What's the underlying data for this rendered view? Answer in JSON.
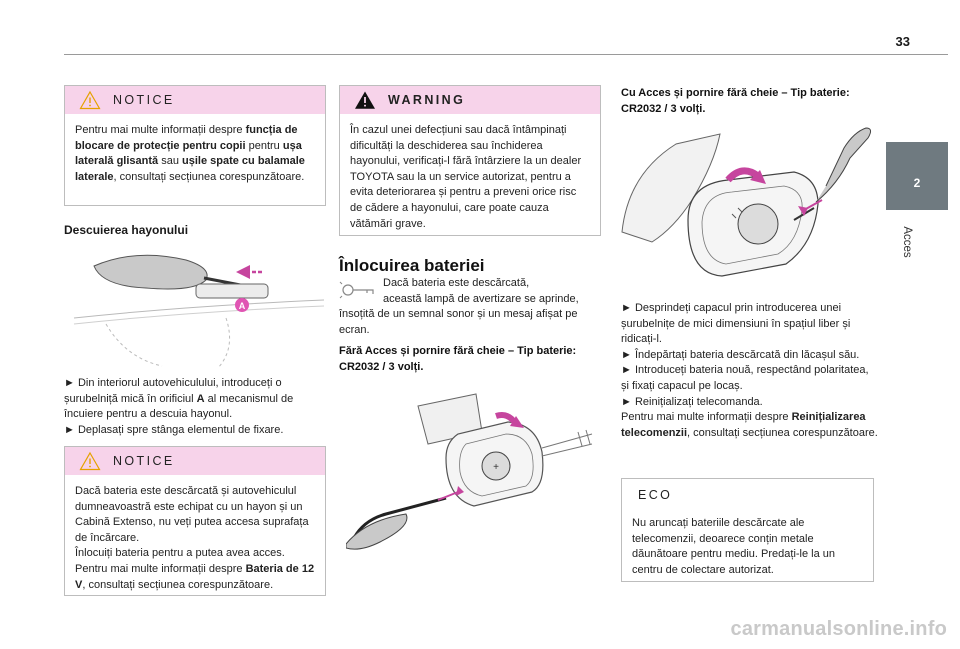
{
  "page_number": "33",
  "side_tab": {
    "number": "2",
    "label": "Acces"
  },
  "notice1": {
    "title": "NOTICE",
    "t1": "Pentru mai multe informații despre ",
    "b1": "funcția de blocare de protecție pentru copii",
    "t2": " pentru ",
    "b2": "ușa laterală glisantă",
    "t3": " sau ",
    "b3": "ușile spate cu balamale laterale",
    "t4": ", consultați secțiunea corespunzătoare."
  },
  "tailgate": {
    "heading": "Descuierea hayonului",
    "callout": "A",
    "s1a": "► Din interiorul autovehiculului, introduceți o șurubelniță mică în orificiul ",
    "s1b": "A",
    "s1c": " al mecanismul de încuiere pentru a descuia hayonul.",
    "s2": "► Deplasați spre stânga elementul de fixare."
  },
  "notice2": {
    "title": "NOTICE",
    "p1": "Dacă bateria este descărcată și autovehiculul dumneavoastră este echipat cu un hayon și un Cabină Extenso, nu veți putea accesa suprafața de încărcare.",
    "p2": "Înlocuiți bateria pentru a putea avea acces.",
    "p3a": "Pentru mai multe informații despre ",
    "p3b": "Bateria de 12 V",
    "p3c": ", consultați secțiunea corespunzătoare."
  },
  "warning": {
    "title": "WARNING",
    "text": "În cazul unei defecțiuni sau dacă întâmpinați dificultăți la deschiderea sau închiderea hayonului, verificați-l fără întârziere la un dealer TOYOTA sau la un service autorizat, pentru a evita deteriorarea și pentru a preveni orice risc de cădere a hayonului, care poate cauza vătămări grave."
  },
  "battery": {
    "heading": "Înlocuirea bateriei",
    "intro_l1": "Dacă bateria este descărcată,",
    "intro_l2": "această lampă de avertizare se aprinde,",
    "intro_l3": "însoțită de un semnal sonor și un mesaj afișat pe ecran.",
    "without_keyless": "Fără Acces și pornire fără cheie – Tip baterie: CR2032 / 3 volți.",
    "with_keyless": "Cu Acces și pornire fără cheie – Tip baterie: CR2032 / 3 volți.",
    "steps_1": "► Desprindeți capacul prin introducerea unei șurubelnițe de mici dimensiuni în spațiul liber și ridicați-l.",
    "steps_2": "► Îndepărtați bateria descărcată din lăcașul său.",
    "steps_3": "► Introduceți bateria nouă, respectând polaritatea, și fixați capacul pe locaș.",
    "steps_4": "► Reinițializați telecomanda.",
    "more_a": "Pentru mai multe informații despre ",
    "more_b": "Reinițializarea telecomenzii",
    "more_c": ", consultați secțiunea corespunzătoare."
  },
  "eco": {
    "title": "ECO",
    "text": "Nu aruncați bateriile descărcate ale telecomenzii, deoarece conțin metale dăunătoare pentru mediu. Predați-le la un centru de colectare autorizat."
  },
  "watermark": "carmanualsonline.info",
  "colors": {
    "notice_header": "#f7d3ea",
    "side_tab": "#6f7a80",
    "callout": "#e055b3",
    "arrow": "#c6459e"
  }
}
